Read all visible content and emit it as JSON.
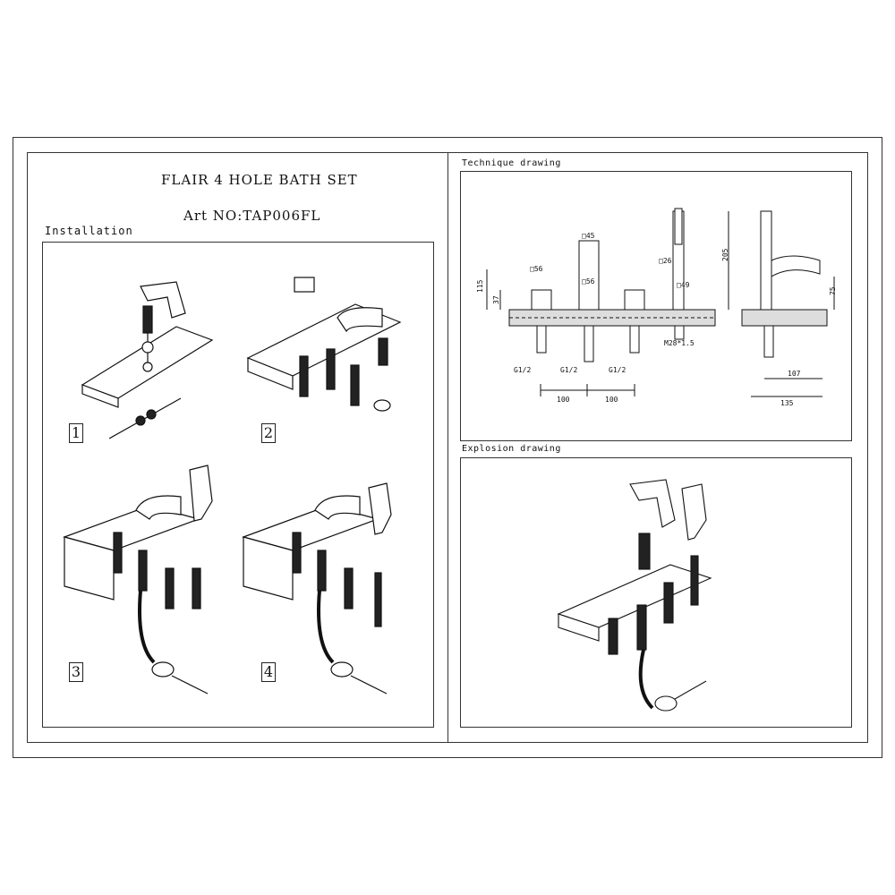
{
  "header": {
    "title": "FLAIR 4 HOLE BATH SET",
    "art_label": "Art NO:",
    "art_number": "TAP006FL"
  },
  "installation": {
    "label": "Installation",
    "steps": [
      "1",
      "2",
      "3",
      "4"
    ]
  },
  "technique": {
    "label": "Technique drawing",
    "dims": {
      "d115": "115",
      "d37": "37",
      "sq56a": "□56",
      "sq45": "□45",
      "sq56b": "□56",
      "sq26": "□26",
      "sq49": "□49",
      "h205": "205",
      "h75": "75",
      "g1": "G1/2",
      "g2": "G1/2",
      "g3": "G1/2",
      "thread": "M28*1.5",
      "w100a": "100",
      "w100b": "100",
      "w107": "107",
      "w135": "135"
    }
  },
  "explosion": {
    "label": "Explosion drawing"
  }
}
